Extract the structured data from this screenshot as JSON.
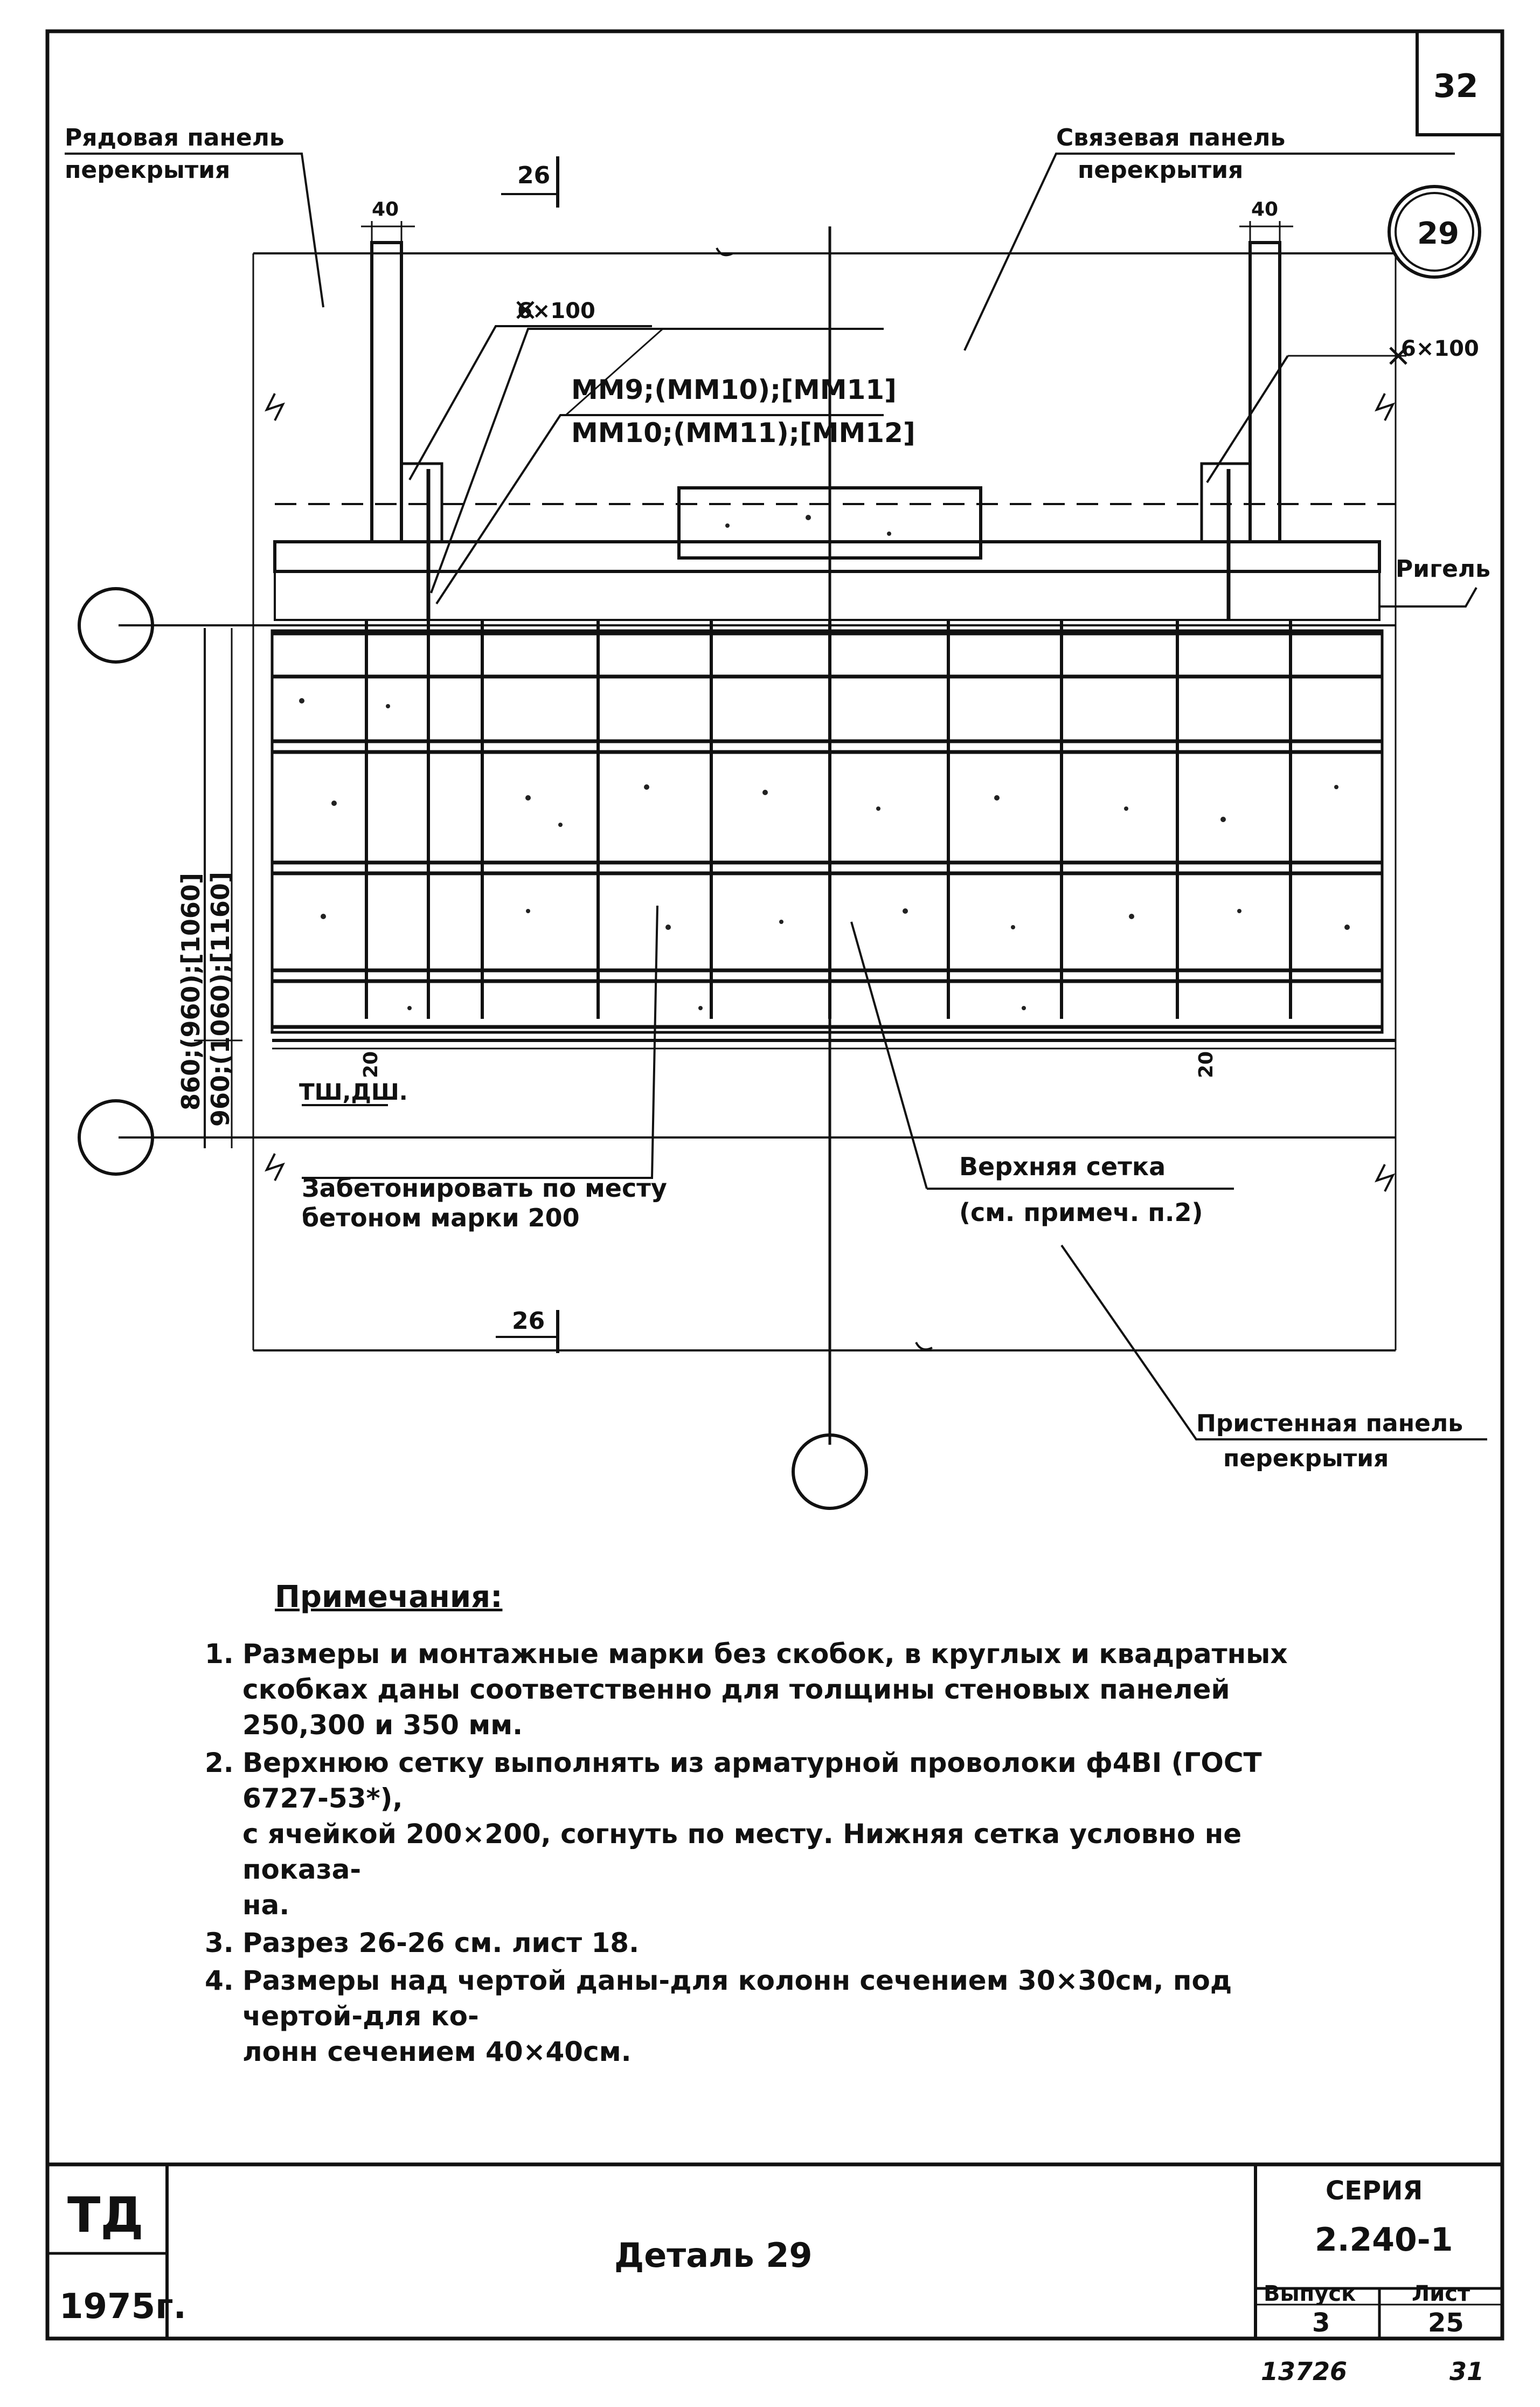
{
  "sheet": {
    "corner_number": "32",
    "detail_number": "29",
    "stamp": "ТД",
    "year": "1975г.",
    "series_label": "СЕРИЯ",
    "series": "2.240-1",
    "issue_label": "Выпуск",
    "issue": "3",
    "sheet_label": "Лист",
    "sheet_no": "25",
    "title": "Деталь 29",
    "archive_no": "13726",
    "archive_page": "31"
  },
  "labels": {
    "row_panel_1": "Рядовая панель",
    "row_panel_2": "перекрытия",
    "tie_panel_1": "Связевая панель",
    "tie_panel_2": "перекрытия",
    "weld_left": "6×100",
    "weld_right": "6×100",
    "marks_1": "ММ9;(ММ10);[ММ11]",
    "marks_2": "ММ10;(ММ11);[ММ12]",
    "rigel": "Ригель",
    "section_top": "26",
    "section_bottom": "26",
    "dim_40_left": "40",
    "dim_40_right": "40",
    "dim_20_left": "20",
    "dim_20_right": "20",
    "dim_upper": "860;(960);[1060]",
    "dim_lower": "960;(1060);[1160]",
    "tsh": "ТШ,ДШ.",
    "concrete_1": "Забетонировать по месту",
    "concrete_2": "бетоном марки 200",
    "mesh_1": "Верхняя сетка",
    "mesh_2": "(см. примеч. п.2)",
    "wall_panel_1": "Пристенная панель",
    "wall_panel_2": "перекрытия"
  },
  "notes": {
    "title": "Примечания:",
    "items": [
      {
        "num": "1.",
        "text": "Размеры и монтажные марки без скобок, в круглых и квадратных\nскобках даны соответственно для толщины стеновых панелей\n250,300 и 350 мм."
      },
      {
        "num": "2.",
        "text": "Верхнюю сетку выполнять из арматурной проволоки ф4ВI (ГОСТ 6727-53*),\nс ячейкой 200×200, согнуть по месту. Нижняя сетка условно не показа-\nна."
      },
      {
        "num": "3.",
        "text": "Разрез 26-26 см. лист 18."
      },
      {
        "num": "4.",
        "text": "Размеры над чертой даны-для колонн сечением 30×30см, под чертой-для ко-\nлонн сечением 40×40см."
      }
    ]
  }
}
